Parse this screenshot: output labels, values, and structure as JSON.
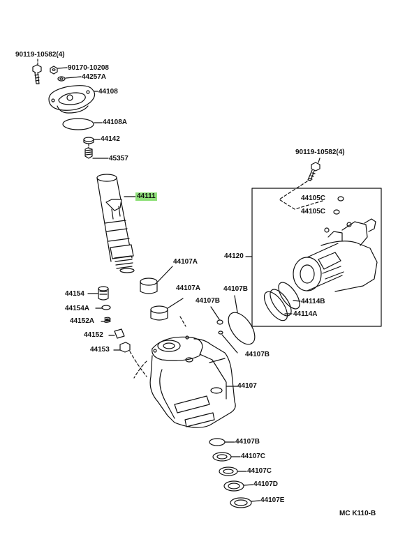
{
  "diagram": {
    "code": "MC  K110-B",
    "highlight_color": "#8fe07a",
    "labels": {
      "p90119_10582_top": "90119-10582(4)",
      "p90170_10208": "90170-10208",
      "p44257A": "44257A",
      "p44108": "44108",
      "p44108A": "44108A",
      "p44142": "44142",
      "p45357": "45357",
      "p44111": "44111",
      "p44107A_1": "44107A",
      "p44107A_2": "44107A",
      "p44154": "44154",
      "p44154A": "44154A",
      "p44152A": "44152A",
      "p44152": "44152",
      "p44153": "44153",
      "p44107B_1": "44107B",
      "p44107B_2": "44107B",
      "p44107B_3": "44107B",
      "p44107B_4": "44107B",
      "p44107": "44107",
      "p44107C_1": "44107C",
      "p44107C_2": "44107C",
      "p44107D": "44107D",
      "p44107E": "44107E",
      "p90119_10582_right": "90119-10582(4)",
      "p44105C_1": "44105C",
      "p44105C_2": "44105C",
      "p44120": "44120",
      "p44114B": "44114B",
      "p44114A": "44114A"
    }
  }
}
